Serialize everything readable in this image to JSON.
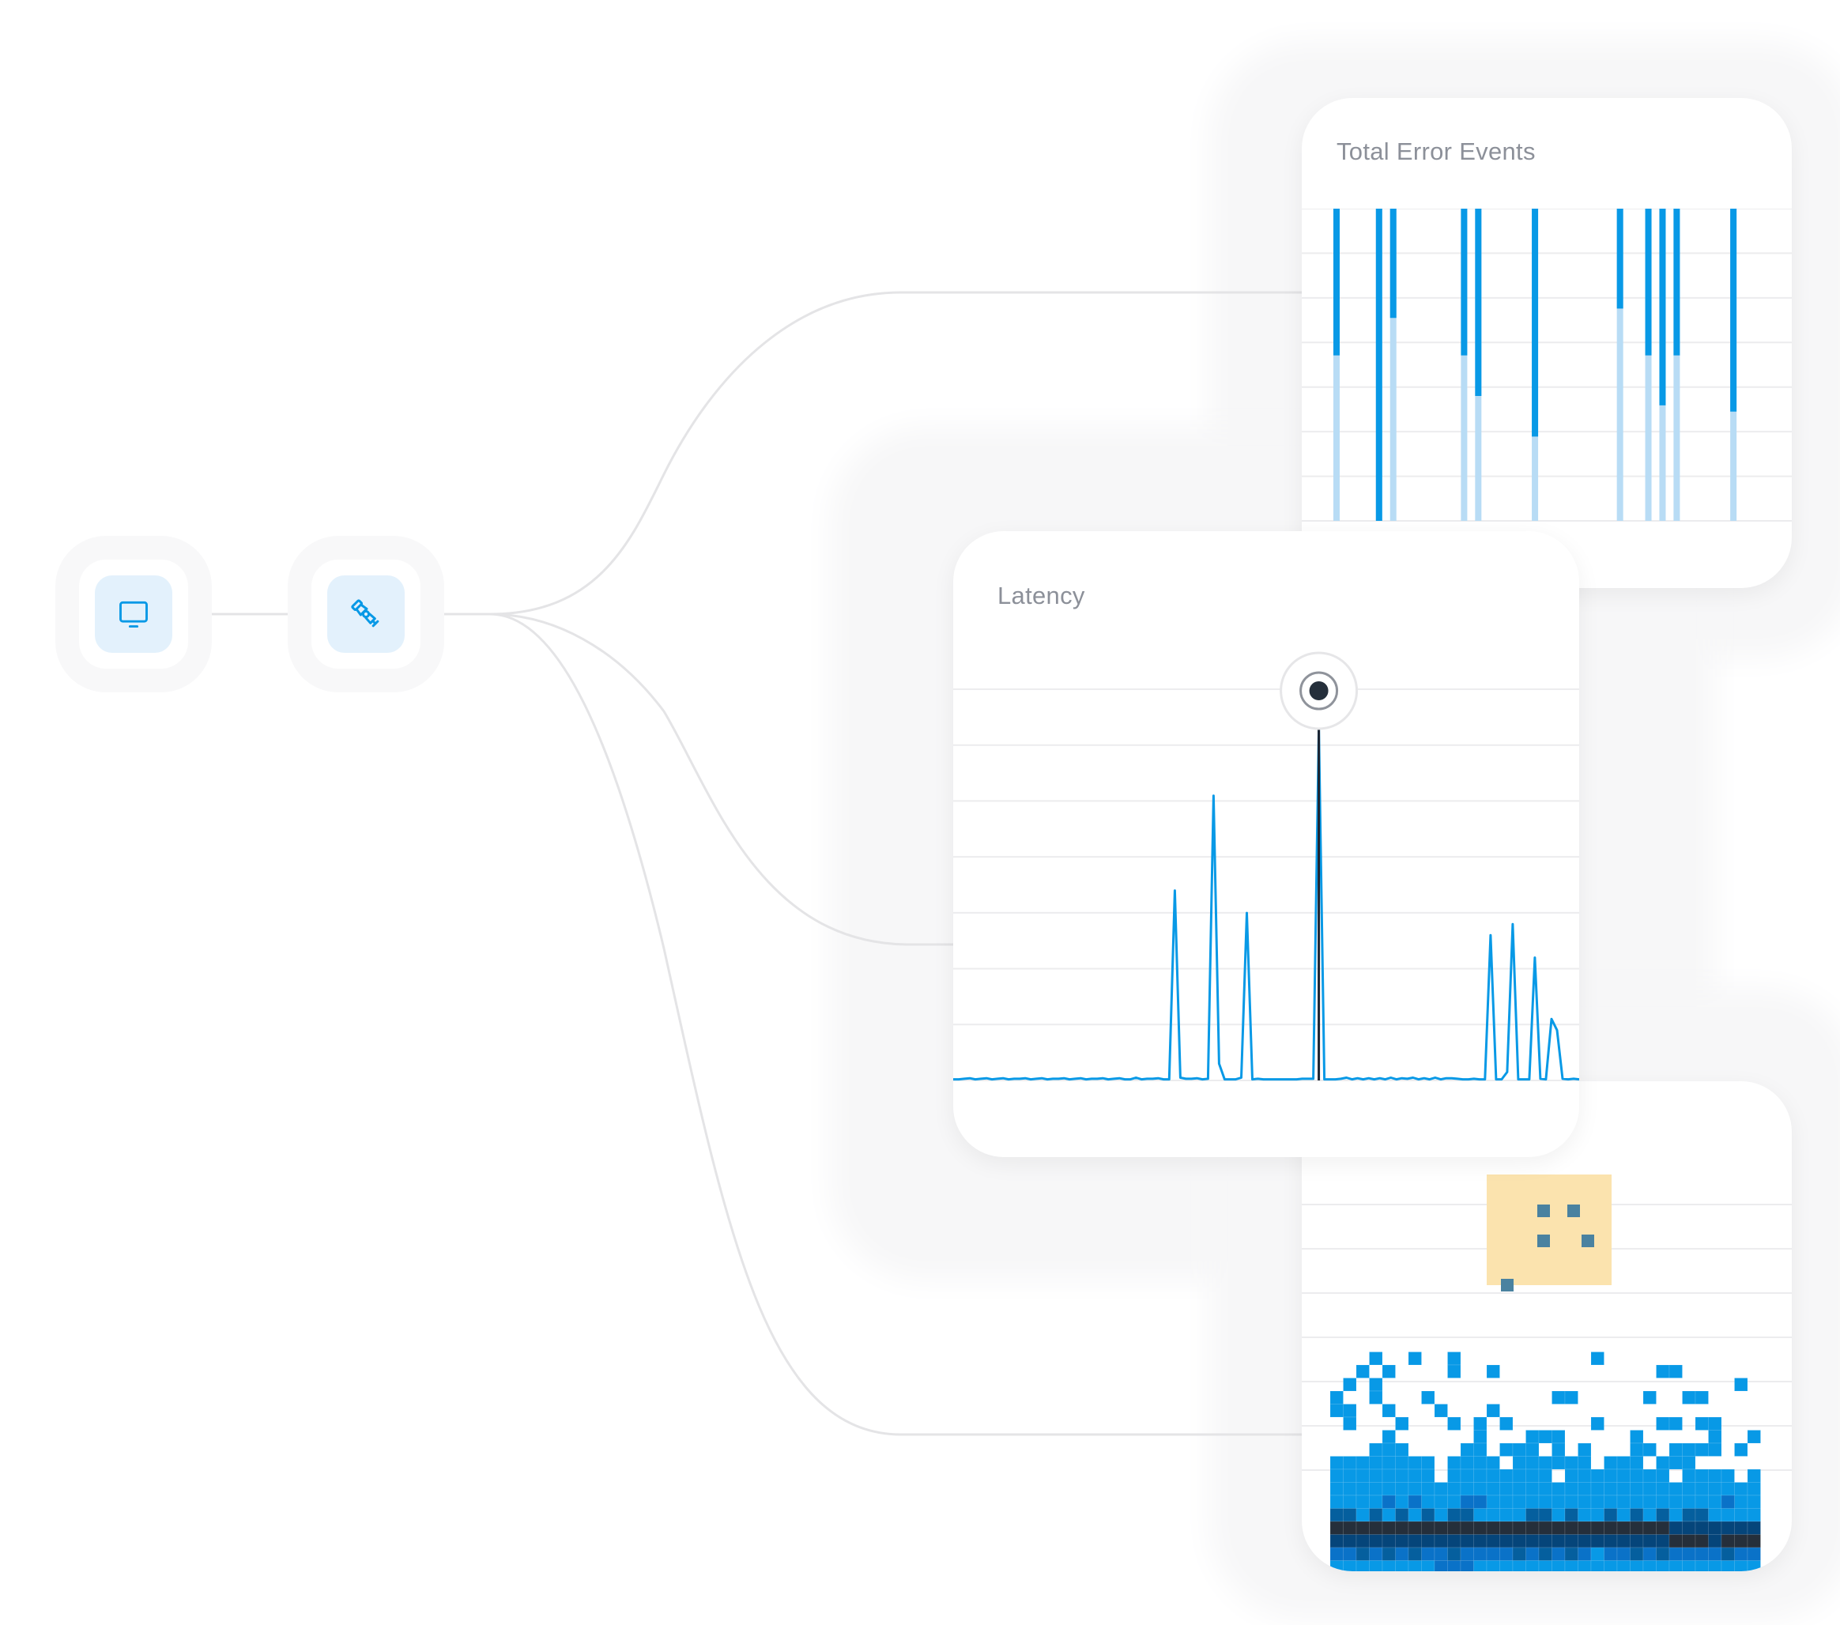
{
  "colors": {
    "accent": "#0899e6",
    "accent_light": "#b8dcf5",
    "node_bg": "#e3f1fc",
    "connector": "#e4e4e6",
    "gridline": "#ececee",
    "title": "#8c9099",
    "highlight_bg": "#fbe3ae",
    "highlight_cell": "#4a82a0",
    "heat_levels": [
      "#ffffff",
      "#0899e6",
      "#0a72c8",
      "#055f9e",
      "#05457a",
      "#252f3b"
    ]
  },
  "nodes": [
    {
      "name": "monitor",
      "icon": "monitor-icon"
    },
    {
      "name": "telescope",
      "icon": "telescope-icon"
    }
  ],
  "chart_data": [
    {
      "type": "bar",
      "title": "Total Error Events",
      "xlabel": "",
      "ylabel": "",
      "grid": true,
      "ylim": [
        0,
        1
      ],
      "note": "Stacked vertical bars; each bar spans full height, darker upper segment shows proportion",
      "x": [
        1,
        4,
        5,
        10,
        11,
        15,
        21,
        23,
        24,
        25,
        29
      ],
      "series": [
        {
          "name": "dark",
          "values": [
            0.47,
            1.0,
            0.35,
            0.47,
            0.6,
            0.73,
            0.32,
            0.47,
            0.63,
            0.47,
            0.65
          ]
        },
        {
          "name": "light",
          "values": [
            0.53,
            0.0,
            0.65,
            0.53,
            0.4,
            0.27,
            0.68,
            0.53,
            0.37,
            0.53,
            0.35
          ]
        }
      ]
    },
    {
      "type": "line",
      "title": "Latency",
      "xlabel": "",
      "ylabel": "",
      "grid": true,
      "ylim": [
        0,
        7
      ],
      "highlight_index": 66,
      "x_count": 110,
      "values": [
        0.02,
        0.02,
        0.03,
        0.04,
        0.02,
        0.03,
        0.04,
        0.02,
        0.03,
        0.04,
        0.02,
        0.03,
        0.03,
        0.04,
        0.02,
        0.03,
        0.04,
        0.02,
        0.03,
        0.03,
        0.04,
        0.02,
        0.03,
        0.04,
        0.02,
        0.03,
        0.03,
        0.04,
        0.02,
        0.03,
        0.04,
        0.02,
        0.02,
        0.05,
        0.02,
        0.03,
        0.03,
        0.04,
        0.02,
        0.02,
        3.4,
        0.05,
        0.03,
        0.03,
        0.04,
        0.02,
        0.03,
        5.1,
        0.3,
        0.02,
        0.02,
        0.02,
        0.05,
        3.0,
        0.02,
        0.03,
        0.02,
        0.02,
        0.02,
        0.02,
        0.02,
        0.02,
        0.02,
        0.03,
        0.03,
        0.03,
        6.3,
        0.02,
        0.02,
        0.02,
        0.03,
        0.05,
        0.02,
        0.04,
        0.02,
        0.04,
        0.02,
        0.04,
        0.02,
        0.05,
        0.02,
        0.04,
        0.03,
        0.05,
        0.02,
        0.04,
        0.02,
        0.05,
        0.02,
        0.04,
        0.04,
        0.03,
        0.02,
        0.02,
        0.03,
        0.02,
        0.02,
        2.6,
        0.02,
        0.02,
        0.15,
        2.8,
        0.02,
        0.02,
        0.02,
        2.2,
        0.03,
        0.02,
        1.1,
        0.9,
        0.03,
        0.02,
        0.03,
        0.02
      ]
    },
    {
      "type": "heatmap",
      "title": "",
      "grid": true,
      "highlight": {
        "cols": [
          12,
          20
        ],
        "rows": [
          0,
          6
        ],
        "cells": [
          [
            6,
            1
          ],
          [
            8,
            1
          ],
          [
            6,
            3
          ],
          [
            9,
            3
          ],
          [
            3,
            5
          ]
        ]
      },
      "levels": 6,
      "rows": [
        "000000000000000000000000000000000",
        "000100100100000000001000000000000",
        "001010000100100000000000011000000",
        "010100000000000000000000000000010",
        "100100010000000001100000100110000",
        "110010001000100000000000000000000",
        "010001000101010000001000011011000",
        "000010000001000111000001000001001",
        "000111000011011101010001101111010",
        "111111110111101111110111011100000",
        "111111110111111110111111110111101",
        "111111111111111111111111111111111",
        "111121211122111111111111111111211",
        "331313131331111331311313131331111",
        "555555555555555555555555554444444",
        "444444444444444444444444445554555",
        "223232322322223232321223232222322",
        "111111112221111111111111111111111"
      ]
    }
  ]
}
